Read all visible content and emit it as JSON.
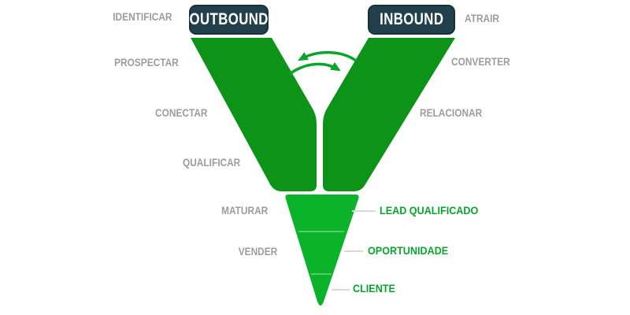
{
  "colors": {
    "band_green": "#0d9318",
    "funnel_green": "#0ab32a",
    "label_gray": "#9c9c9c",
    "stage_green": "#09a42e",
    "header_bg": "#22404b",
    "header_border": "#16313b",
    "header_text": "#ffffff",
    "connector_gray": "#d8d8d8",
    "background": "#ffffff"
  },
  "outbound": {
    "header": "OUTBOUND",
    "stages": [
      "IDENTIFICAR",
      "PROSPECTAR",
      "CONECTAR",
      "QUALIFICAR"
    ]
  },
  "inbound": {
    "header": "INBOUND",
    "stages": [
      "ATRAIR",
      "CONVERTER",
      "RELACIONAR"
    ]
  },
  "funnel": {
    "left_stages": [
      "MATURAR",
      "VENDER"
    ],
    "right_stages": [
      "LEAD QUALIFICADO",
      "OPORTUNIDADE",
      "CLIENTE"
    ]
  }
}
